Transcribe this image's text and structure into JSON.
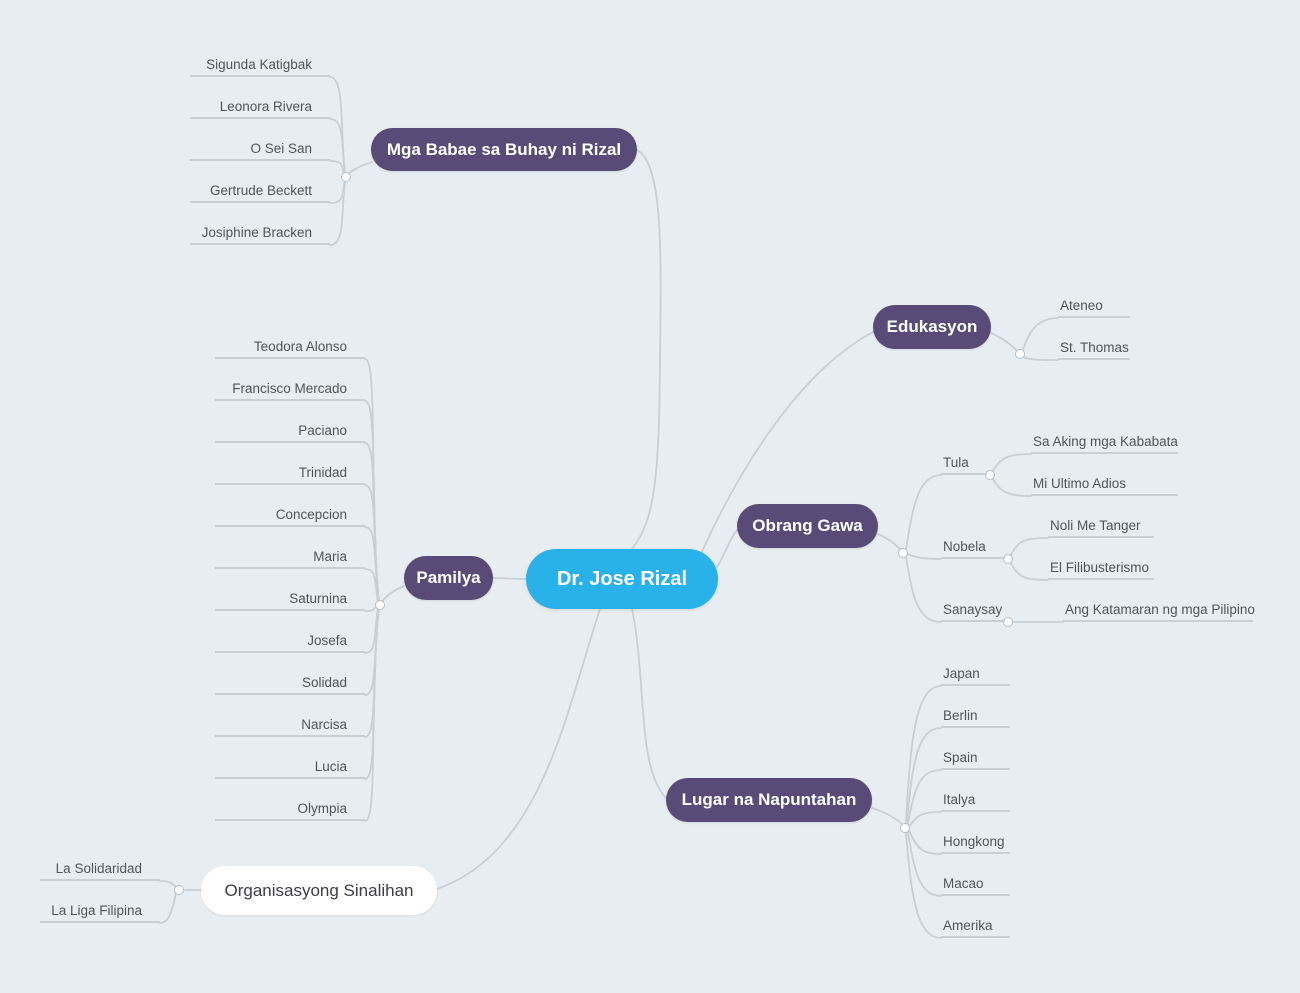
{
  "colors": {
    "background": "#e7edf1",
    "central_node": "#29b1ea",
    "branch_node": "#594b78",
    "wire": "#c9cfd5",
    "leaf_text": "#50555a",
    "plain_node_bg": "#ffffff",
    "plain_node_text": "#3d3d46"
  },
  "root": {
    "label": "Dr. Jose Rizal"
  },
  "branches": {
    "mga_babae": {
      "label": "Mga Babae sa Buhay ni Rizal",
      "children": [
        "Sigunda Katigbak",
        "Leonora Rivera",
        "O Sei San",
        "Gertrude Beckett",
        "Josiphine Bracken"
      ]
    },
    "edukasyon": {
      "label": "Edukasyon",
      "children": [
        "Ateneo",
        "St. Thomas"
      ]
    },
    "obrang_gawa": {
      "label": "Obrang Gawa",
      "children": [
        {
          "label": "Tula",
          "children": [
            "Sa Aking mga Kababata",
            "Mi Ultimo Adios"
          ]
        },
        {
          "label": "Nobela",
          "children": [
            "Noli Me Tanger",
            "El Filibusterismo"
          ]
        },
        {
          "label": "Sanaysay",
          "children": [
            "Ang Katamaran ng mga Pilipino"
          ]
        }
      ]
    },
    "pamilya": {
      "label": "Pamilya",
      "children": [
        "Teodora Alonso",
        "Francisco Mercado",
        "Paciano",
        "Trinidad",
        "Concepcion",
        "Maria",
        "Saturnina",
        "Josefa",
        "Solidad",
        "Narcisa",
        "Lucia",
        "Olympia"
      ]
    },
    "lugar": {
      "label": "Lugar na Napuntahan",
      "children": [
        "Japan",
        "Berlin",
        "Spain",
        "Italya",
        "Hongkong",
        "Macao",
        "Amerika"
      ]
    },
    "organisasyon": {
      "label": "Organisasyong Sinalihan",
      "children": [
        "La Solidaridad",
        "La Liga Filipina"
      ]
    }
  }
}
